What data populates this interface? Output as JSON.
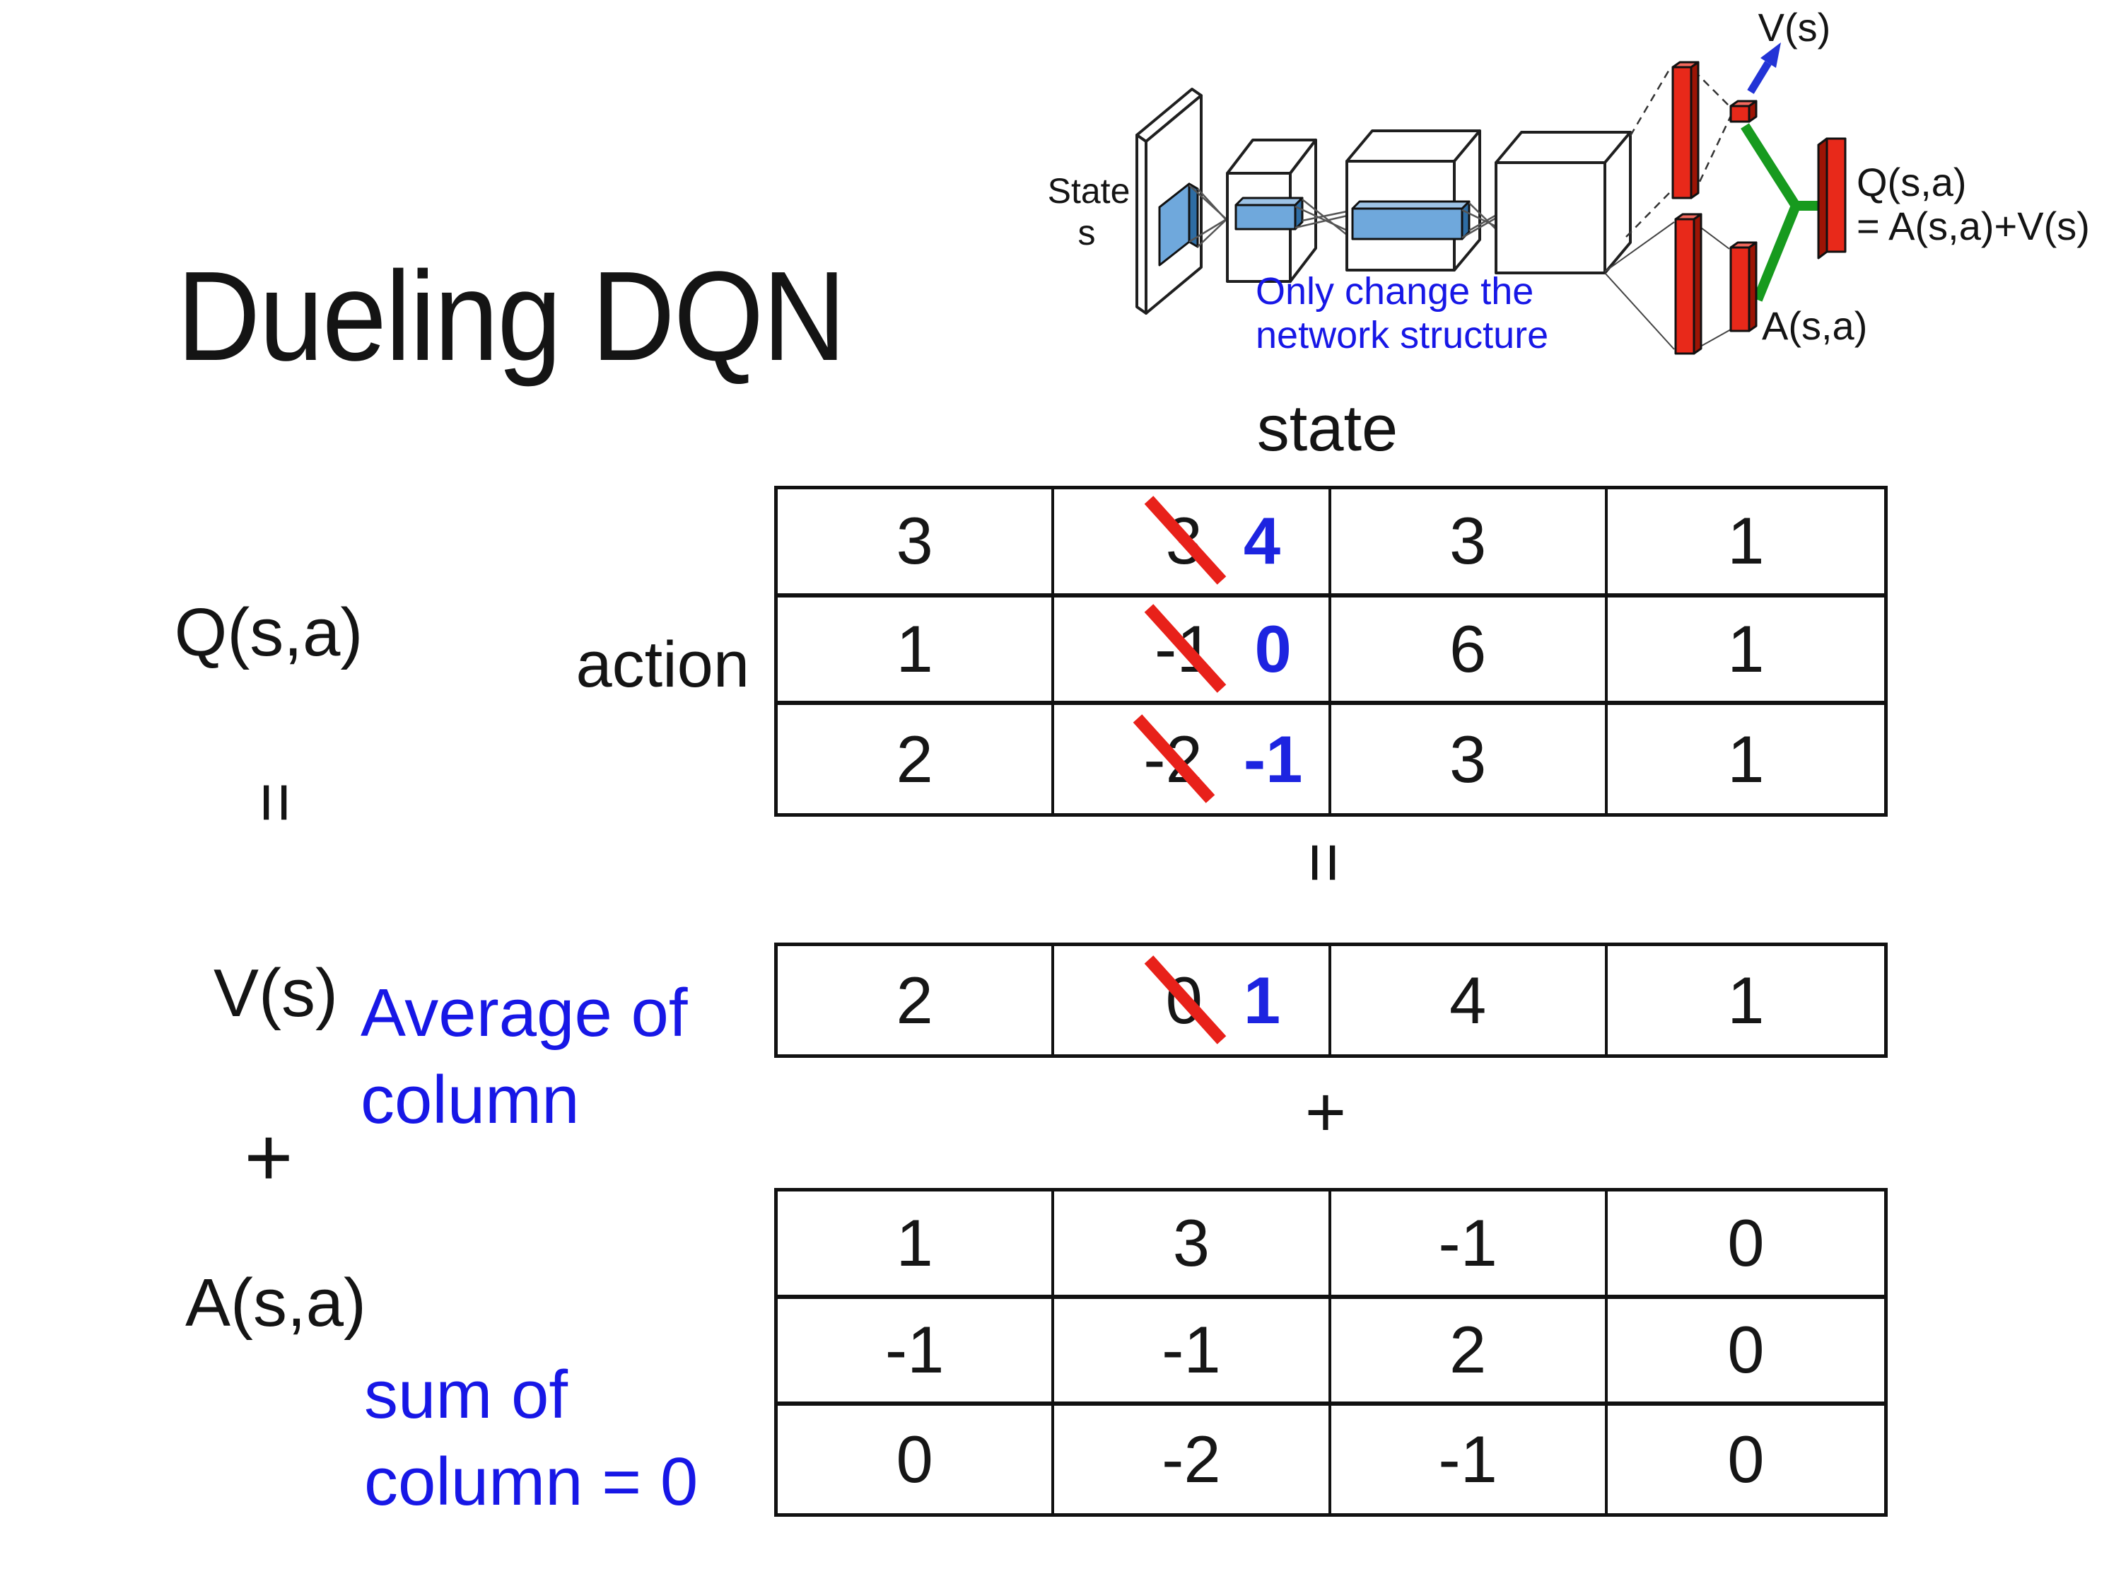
{
  "title": "Dueling DQN",
  "colors": {
    "blue_text": "#1717e6",
    "blue_number": "#1d24e0",
    "strike_red": "#e8211a",
    "bar_red": "#e8291a",
    "green_connector": "#179a1e",
    "slab_blue": "#6fa8dc",
    "arrow_blue": "#2334d6"
  },
  "diagram": {
    "state_line1": "State",
    "state_line2": "s",
    "caption_line1": "Only change the",
    "caption_line2": "network structure",
    "v_out": "V(s)",
    "q_out": "Q(s,a)",
    "q_formula": "= A(s,a)+V(s)",
    "a_out": "A(s,a)"
  },
  "labels": {
    "state": "state",
    "action": "action",
    "q": "Q(s,a)",
    "v": "V(s)",
    "a": "A(s,a)",
    "equals": "=",
    "plus": "+"
  },
  "annotations": {
    "avg1": "Average of",
    "avg2": "column",
    "sum1": "sum of",
    "sum2": "column = 0"
  },
  "tables": {
    "q": {
      "r0": {
        "c0": "3",
        "old": "3",
        "new": "4",
        "c2": "3",
        "c3": "1"
      },
      "r1": {
        "c0": "1",
        "old": "-1",
        "new": "0",
        "c2": "6",
        "c3": "1"
      },
      "r2": {
        "c0": "2",
        "old": "-2",
        "new": "-1",
        "c2": "3",
        "c3": "1"
      }
    },
    "v": {
      "c0": "2",
      "old": "0",
      "new": "1",
      "c2": "4",
      "c3": "1"
    },
    "a": {
      "r0": {
        "c0": "1",
        "c1": "3",
        "c2": "-1",
        "c3": "0"
      },
      "r1": {
        "c0": "-1",
        "c1": "-1",
        "c2": "2",
        "c3": "0"
      },
      "r2": {
        "c0": "0",
        "c1": "-2",
        "c2": "-1",
        "c3": "0"
      }
    }
  }
}
